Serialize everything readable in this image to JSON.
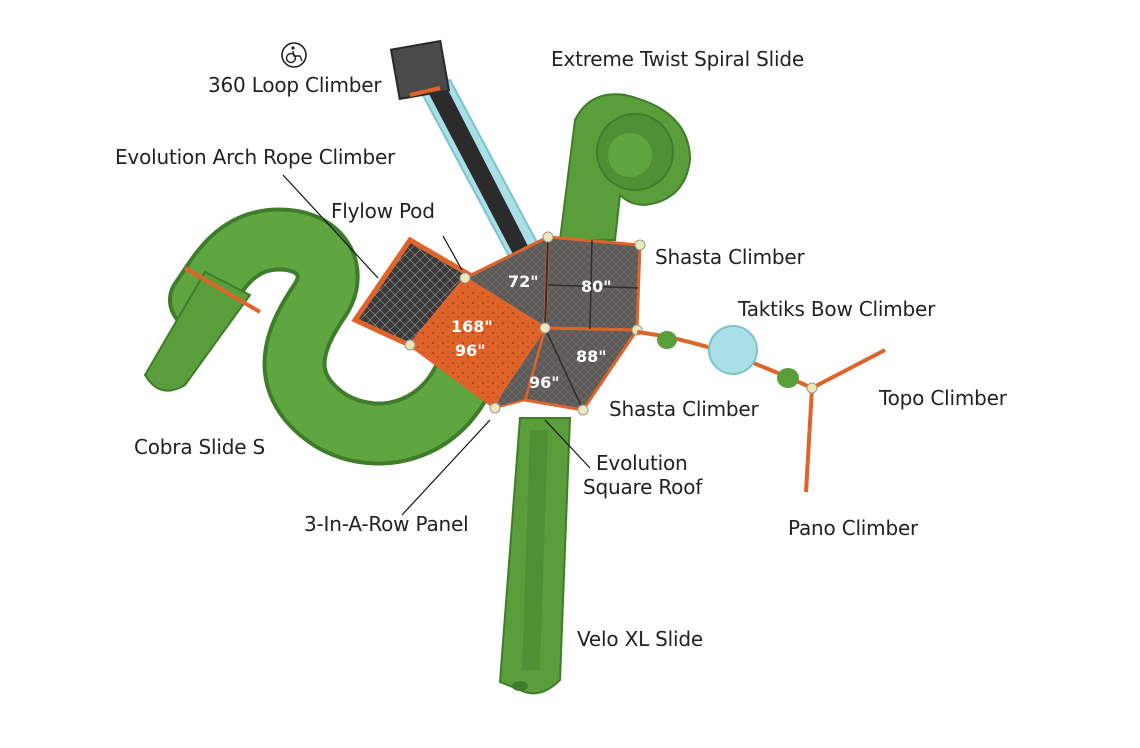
{
  "labels": {
    "loop_climber": "360 Loop Climber",
    "spiral_slide": "Extreme Twist Spiral Slide",
    "arch_rope": "Evolution Arch Rope Climber",
    "flylow_pod": "Flylow Pod",
    "shasta_top": "Shasta Climber",
    "taktiks": "Taktiks Bow Climber",
    "topo": "Topo Climber",
    "shasta_bottom": "Shasta Climber",
    "cobra": "Cobra Slide S",
    "evo_roof_line1": "Evolution",
    "evo_roof_line2": "Square Roof",
    "three_in_a_row": "3-In-A-Row Panel",
    "pano": "Pano Climber",
    "velo": "Velo XL Slide"
  },
  "dimensions": {
    "deck_a": "72\"",
    "deck_b": "80\"",
    "deck_c_top": "168\"",
    "deck_c_bottom": "96\"",
    "deck_d": "88\"",
    "deck_e": "96\""
  },
  "icons": {
    "accessibility": "wheelchair-icon"
  },
  "colors": {
    "slide_green": "#5a9e3c",
    "slide_dark": "#3f7d2a",
    "deck_gray": "#5c5a58",
    "accent_orange": "#e0642a",
    "rail_light_blue": "#a9dfe6",
    "post_cream": "#efe7b8"
  }
}
